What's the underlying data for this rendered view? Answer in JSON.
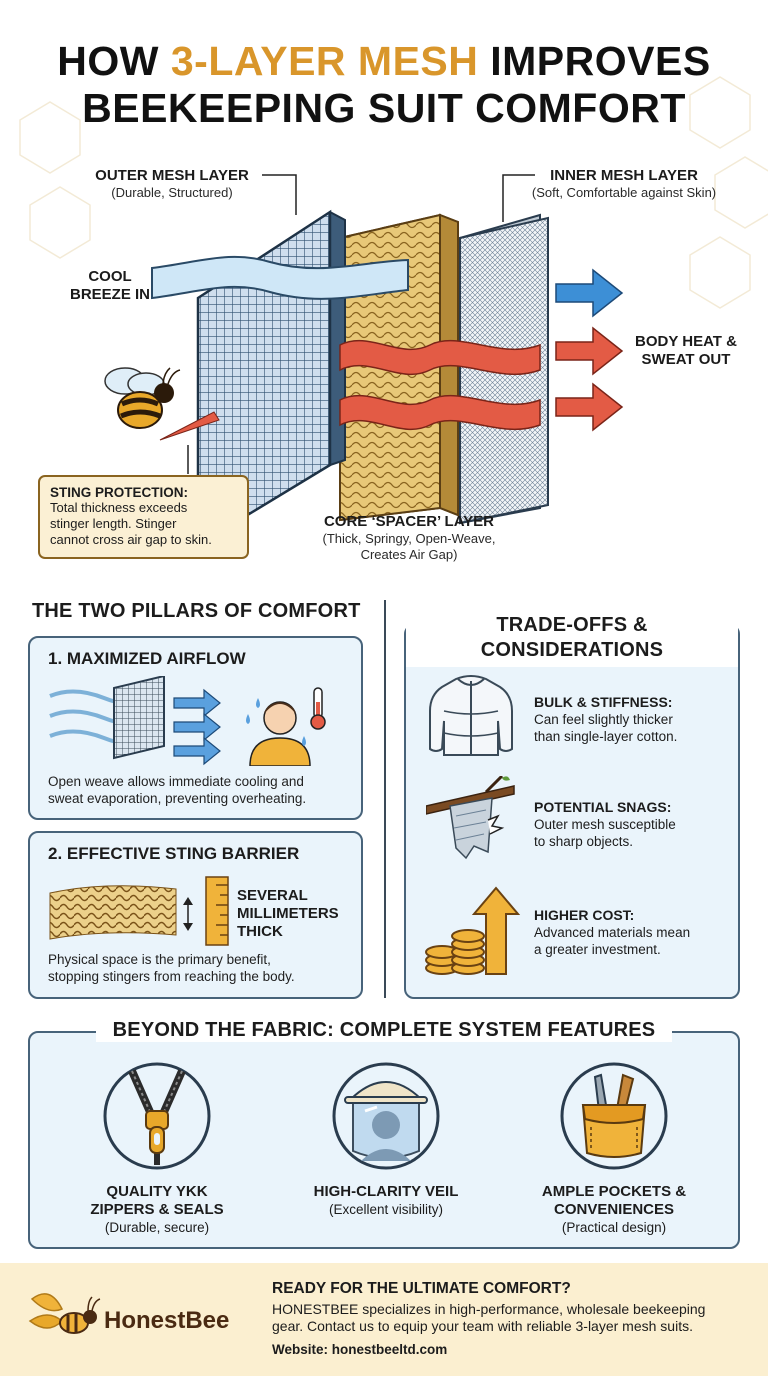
{
  "title": {
    "part1": "HOW ",
    "accent": "3-LAYER MESH",
    "part2": " IMPROVES",
    "line2": "BEEKEEPING SUIT COMFORT"
  },
  "diagram": {
    "outer": {
      "label": "OUTER MESH LAYER",
      "sub": "(Durable, Structured)"
    },
    "inner": {
      "label": "INNER MESH LAYER",
      "sub": "(Soft, Comfortable against Skin)"
    },
    "breeze": {
      "line1": "COOL",
      "line2": "BREEZE IN"
    },
    "heat": {
      "line1": "BODY HEAT &",
      "line2": "SWEAT OUT"
    },
    "core": {
      "label": "CORE ‘SPACER’ LAYER",
      "sub1": "(Thick, Springy, Open-Weave,",
      "sub2": "Creates Air Gap)"
    },
    "sting": {
      "heading": "STING PROTECTION:",
      "line1": "Total thickness exceeds",
      "line2": "stinger length. Stinger",
      "line3": "cannot cross air gap to skin."
    }
  },
  "pillars": {
    "title": "THE TWO PILLARS OF COMFORT",
    "airflow": {
      "heading": "1. MAXIMIZED AIRFLOW",
      "line1": "Open weave allows immediate cooling and",
      "line2": "sweat evaporation, preventing overheating."
    },
    "barrier": {
      "heading": "2. EFFECTIVE STING BARRIER",
      "thick1": "SEVERAL",
      "thick2": "MILLIMETERS",
      "thick3": "THICK",
      "line1": "Physical space is the primary benefit,",
      "line2": "stopping stingers from reaching the body."
    }
  },
  "tradeoffs": {
    "title1": "TRADE-OFFS &",
    "title2": "CONSIDERATIONS",
    "items": [
      {
        "heading": "BULK & STIFFNESS:",
        "line1": "Can feel slightly thicker",
        "line2": "than single-layer cotton."
      },
      {
        "heading": "POTENTIAL SNAGS:",
        "line1": "Outer mesh susceptible",
        "line2": "to sharp objects."
      },
      {
        "heading": "HIGHER COST:",
        "line1": "Advanced materials mean",
        "line2": "a greater investment."
      }
    ]
  },
  "features": {
    "title": "BEYOND THE FABRIC: COMPLETE SYSTEM FEATURES",
    "items": [
      {
        "line1": "QUALITY YKK",
        "line2": "ZIPPERS & SEALS",
        "sub": "(Durable, secure)"
      },
      {
        "line1": "HIGH-CLARITY VEIL",
        "line2": "",
        "sub": "(Excellent visibility)"
      },
      {
        "line1": "AMPLE POCKETS &",
        "line2": "CONVENIENCES",
        "sub": "(Practical design)"
      }
    ]
  },
  "footer": {
    "logo": "HonestBee",
    "heading": "READY FOR THE ULTIMATE COMFORT?",
    "line1": "HONESTBEE specializes in high-performance, wholesale beekeeping",
    "line2": "gear. Contact us to equip your team with reliable 3-layer mesh suits.",
    "website": "Website: honestbeeltd.com"
  },
  "colors": {
    "accent": "#d9962b",
    "blue_arrow": "#3d8fd6",
    "red_arrow": "#e35b45",
    "card_bg": "#eaf4fb",
    "card_border": "#47637a",
    "sting_bg": "#fbf0d4",
    "footer_bg": "#fbefd0"
  }
}
